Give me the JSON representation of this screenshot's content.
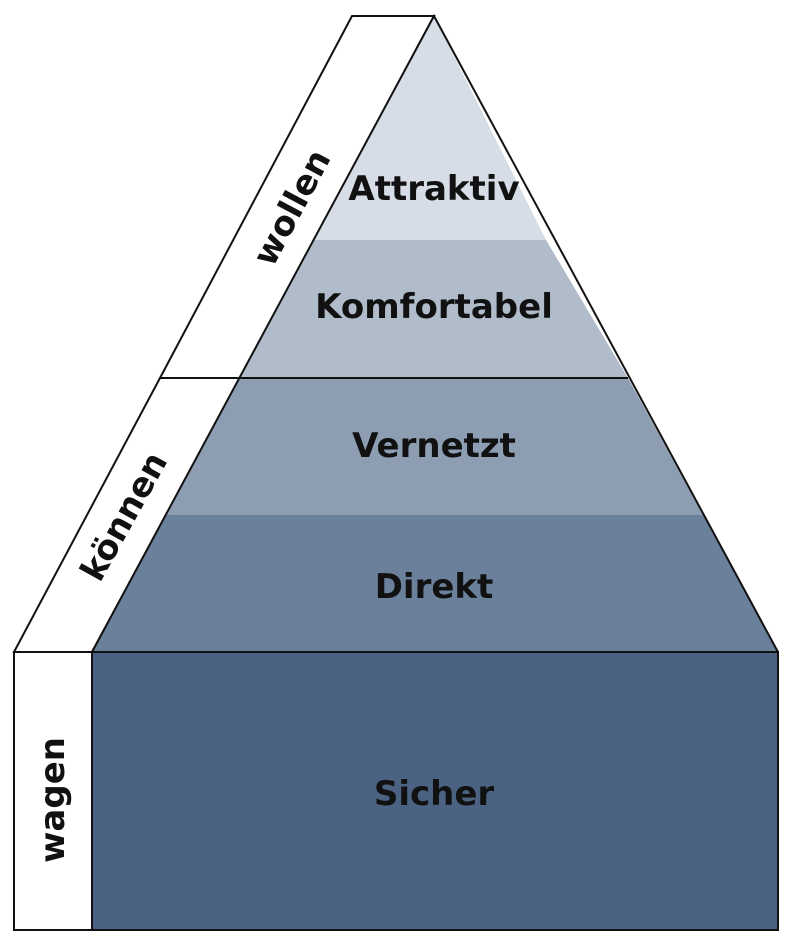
{
  "pyramid": {
    "levels": [
      {
        "label": "Attraktiv",
        "color": "#d6dde6"
      },
      {
        "label": "Komfortabel",
        "color": "#b1bccb"
      },
      {
        "label": "Vernetzt",
        "color": "#8d9db2"
      },
      {
        "label": "Direkt",
        "color": "#6b809a"
      },
      {
        "label": "Sicher",
        "color": "#4b6282"
      }
    ],
    "side_labels": [
      "wollen",
      "können",
      "wagen"
    ]
  }
}
